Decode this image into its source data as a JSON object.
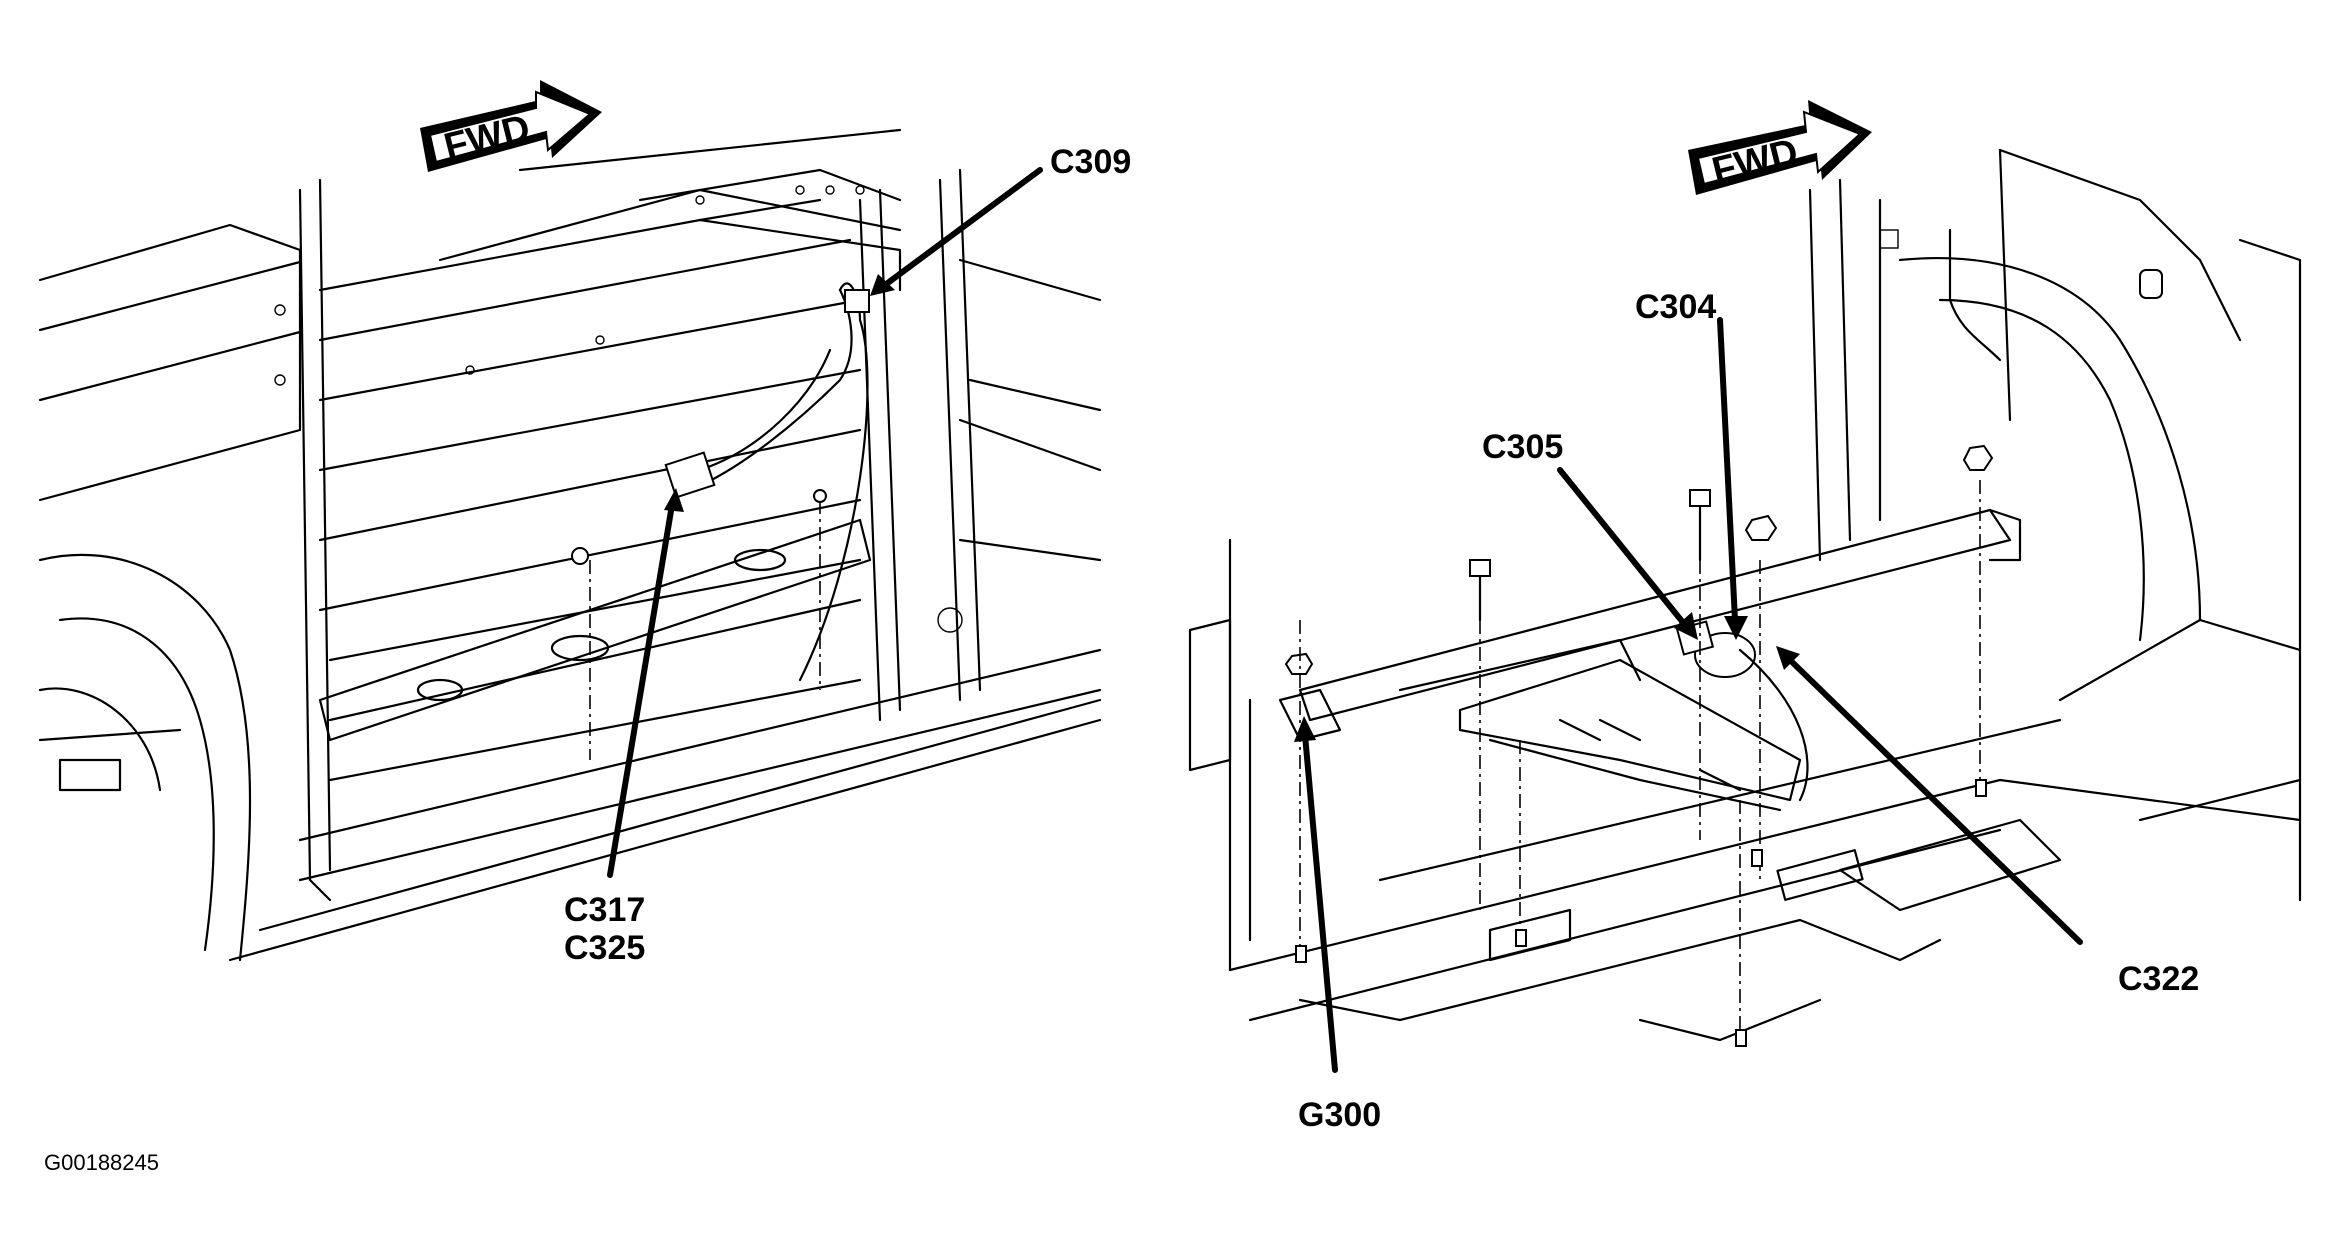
{
  "figure_id": "G00188245",
  "left_view": {
    "direction_label": "FWD",
    "callouts": [
      {
        "id": "c309",
        "text": "C309"
      },
      {
        "id": "c317",
        "text": "C317"
      },
      {
        "id": "c325",
        "text": "C325"
      }
    ]
  },
  "right_view": {
    "direction_label": "FWD",
    "callouts": [
      {
        "id": "c304",
        "text": "C304"
      },
      {
        "id": "c305",
        "text": "C305"
      },
      {
        "id": "c322",
        "text": "C322"
      },
      {
        "id": "g300",
        "text": "G300"
      }
    ]
  }
}
